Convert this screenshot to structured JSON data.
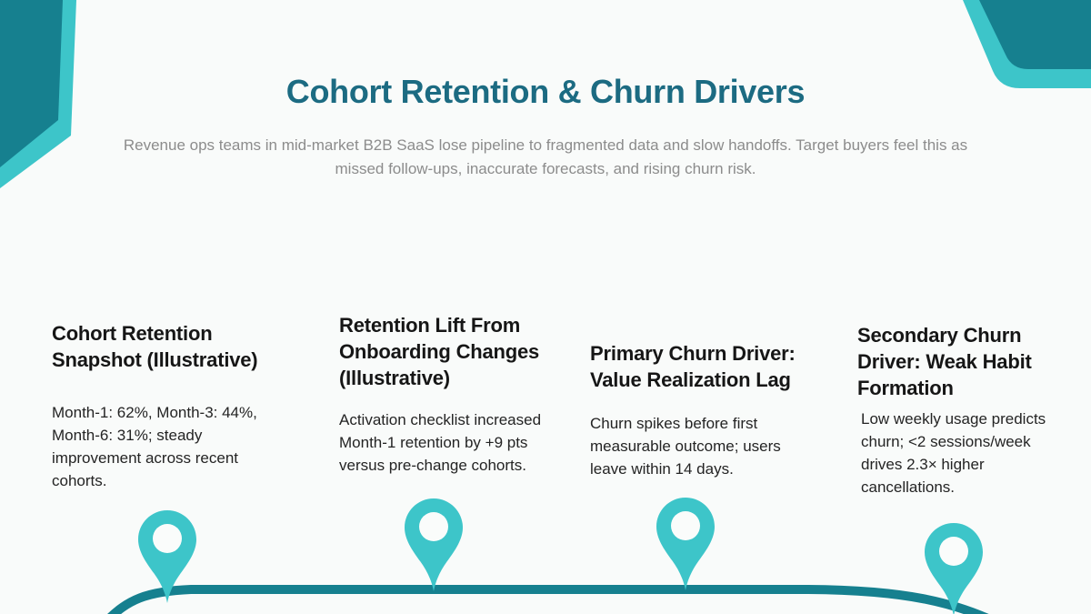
{
  "slide": {
    "title": "Cohort Retention & Churn Drivers",
    "subtitle": "Revenue ops teams in mid-market B2B SaaS lose pipeline to fragmented data and slow handoffs. Target buyers feel this as missed follow-ups, inaccurate forecasts, and rising churn risk.",
    "timeline_items": [
      {
        "heading": "Cohort Retention Snapshot (Illustrative)",
        "body": "Month-1: 62%, Month-3: 44%, Month-6: 31%; steady improvement across recent cohorts."
      },
      {
        "heading": "Retention Lift From Onboarding Changes (Illustrative)",
        "body": "Activation checklist increased Month-1 retention by +9 pts versus pre-change cohorts."
      },
      {
        "heading": "Primary Churn Driver: Value Realization Lag",
        "body": "Churn spikes before first measurable outcome; users leave within 14 days."
      },
      {
        "heading": "Secondary Churn Driver: Weak Habit Formation",
        "body": "Low weekly usage predicts churn; <2 sessions/week drives 2.3× higher cancellations."
      }
    ],
    "timeline": {
      "pin_count": 4,
      "pin_color": "#3dc5c9",
      "line_color": "#16808f"
    },
    "colors": {
      "background": "#f9fbfa",
      "title": "#1c6b82",
      "heading_text": "#161616",
      "body_text": "#242424",
      "subtitle_text": "#8c8c8c",
      "accent_dark_teal": "#16808f",
      "accent_light_teal": "#3dc5c9"
    }
  }
}
